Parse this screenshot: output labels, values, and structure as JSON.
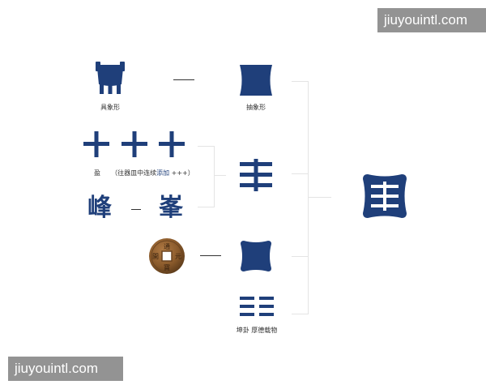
{
  "colors": {
    "brand_navy": "#1f3f7a",
    "coin_bronze": "#8a5a2b",
    "connector_gray": "#e4e4e4",
    "text": "#333333"
  },
  "watermarks": {
    "top": "jiuyouintl.com",
    "bottom": "jiuyouintl.com"
  },
  "row1": {
    "left_icon": "ding-vessel-icon",
    "left_caption": "具象形",
    "right_icon": "abstract-vessel-icon",
    "right_caption": "抽象形"
  },
  "row2": {
    "crosses": [
      "+",
      "+",
      "+"
    ],
    "caption_main": "盈",
    "caption_paren_open": "（往器皿中连续",
    "caption_highlight": "添加",
    "caption_paren_tail": "+++）",
    "combined_icon": "stacked-cross-icon"
  },
  "row3": {
    "char_regular": "峰",
    "char_stylized": "峯"
  },
  "row4": {
    "coin_icon": "ancient-coin-icon",
    "rounded_square_icon": "rounded-square-icon"
  },
  "row5": {
    "trigram_icon": "kun-trigram-icon",
    "caption": "坤卦 厚德载物"
  },
  "final_logo": {
    "icon": "final-logo-icon"
  }
}
